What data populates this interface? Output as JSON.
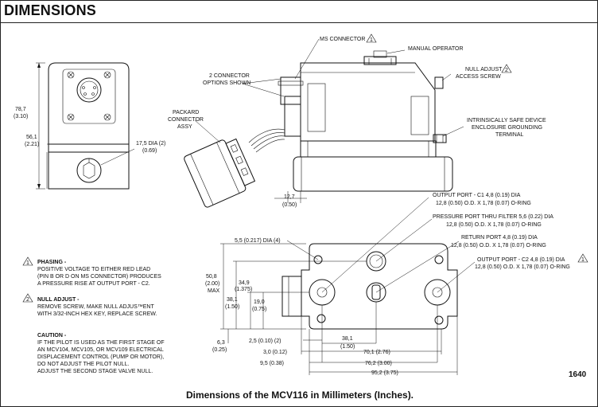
{
  "header": {
    "title": "DIMENSIONS"
  },
  "side_view": {
    "height_total": "78,7",
    "height_total_in": "(3.10)",
    "height_body": "56,1",
    "height_body_in": "(2.21)",
    "dia": "17,5 DIA (2)",
    "dia_in": "(0.69)"
  },
  "front_view": {
    "ms_connector": "MS CONNECTOR",
    "manual_operator": "MANUAL OPERATOR",
    "null_adjust_1": "NULL ADJUST",
    "null_adjust_2": "ACCESS SCREW",
    "connector_opts_1": "2 CONNECTOR",
    "connector_opts_2": "OPTIONS SHOWN",
    "packard_1": "PACKARD",
    "packard_2": "CONNECTOR",
    "packard_3": "ASSY",
    "intrinsic_1": "INTRINSICALLY SAFE DEVICE",
    "intrinsic_2": "ENCLOSURE GROUNDING",
    "intrinsic_3": "TERMINAL",
    "dim_12_7": "12,7",
    "dim_12_7_in": "(0.50)"
  },
  "bottom_view": {
    "output_c1_1": "OUTPUT PORT - C1  4,8 (0.19) DIA",
    "output_c1_2": "12,8 (0.50) O.D. X 1,78 (0.07) O-RING",
    "pressure_1": "PRESSURE PORT THRU FILTER 5,6 (0.22) DIA",
    "pressure_2": "12,8 (0.50) O.D. X 1,78 (0.07) O-RING",
    "return_1": "RETURN PORT 4,8 (0.19) DIA",
    "return_2": "12,8 (0.50) O.D. X 1,78 (0.07) O-RING",
    "output_c2_1": "OUTPUT PORT - C2  4,8 (0.19) DIA",
    "output_c2_2": "12,8 (0.50) O.D. X 1,78 (0.07) O-RING",
    "hole_dia": "5,5 (0.217) DIA (4)",
    "d_50_8": "50,8",
    "d_50_8_in": "(2.00)",
    "d_max": "MAX",
    "d_34_9": "34,9",
    "d_34_9_in": "(1.375)",
    "d_38_1v": "38,1",
    "d_38_1v_in": "(1.50)",
    "d_19_0": "19,0",
    "d_19_0_in": "(0.75)",
    "d_6_3": "6,3",
    "d_6_3_in": "(0.25)",
    "d_2_5": "2,5 (0.10) (2)",
    "d_38_1h": "38,1",
    "d_38_1h_in": "(1.50)",
    "d_3_0": "3,0 (0.12)",
    "d_70_1": "70,1 (2.76)",
    "d_9_5": "9,5 (0.38)",
    "d_76_2": "76,2 (3.00)",
    "d_95_2": "95,2 (3.75)"
  },
  "notes": {
    "n1_title": "PHASING -",
    "n1_l1": "POSITIVE VOLTAGE TO EITHER RED LEAD",
    "n1_l2": "(PIN B OR D ON MS CONNECTOR) PRODUCES",
    "n1_l3": "A PRESSURE RISE AT OUTPUT PORT - C2.",
    "n2_title": "NULL ADJUST -",
    "n2_l1": "REMOVE SCREW, MAKE NULL ADJUS™ENT",
    "n2_l2": "WITH 3/32-INCH HEX KEY, REPLACE SCREW.",
    "c_title": "CAUTION -",
    "c_l1": "IF THE PILOT IS USED AS THE FIRST STAGE OF",
    "c_l2": "AN MCV104, MCV105, OR MCV109 ELECTRICAL",
    "c_l3": "DISPLACEMENT CONTROL (PUMP OR MOTOR),",
    "c_l4": "DO NOT ADJUST THE PILOT NULL.",
    "c_l5": "ADJUST THE SECOND STAGE VALVE NULL."
  },
  "footer": {
    "figure_number": "1640",
    "caption": "Dimensions of the MCV116 in Millimeters (Inches)."
  },
  "marker_labels": {
    "one": "1",
    "two": "2"
  }
}
